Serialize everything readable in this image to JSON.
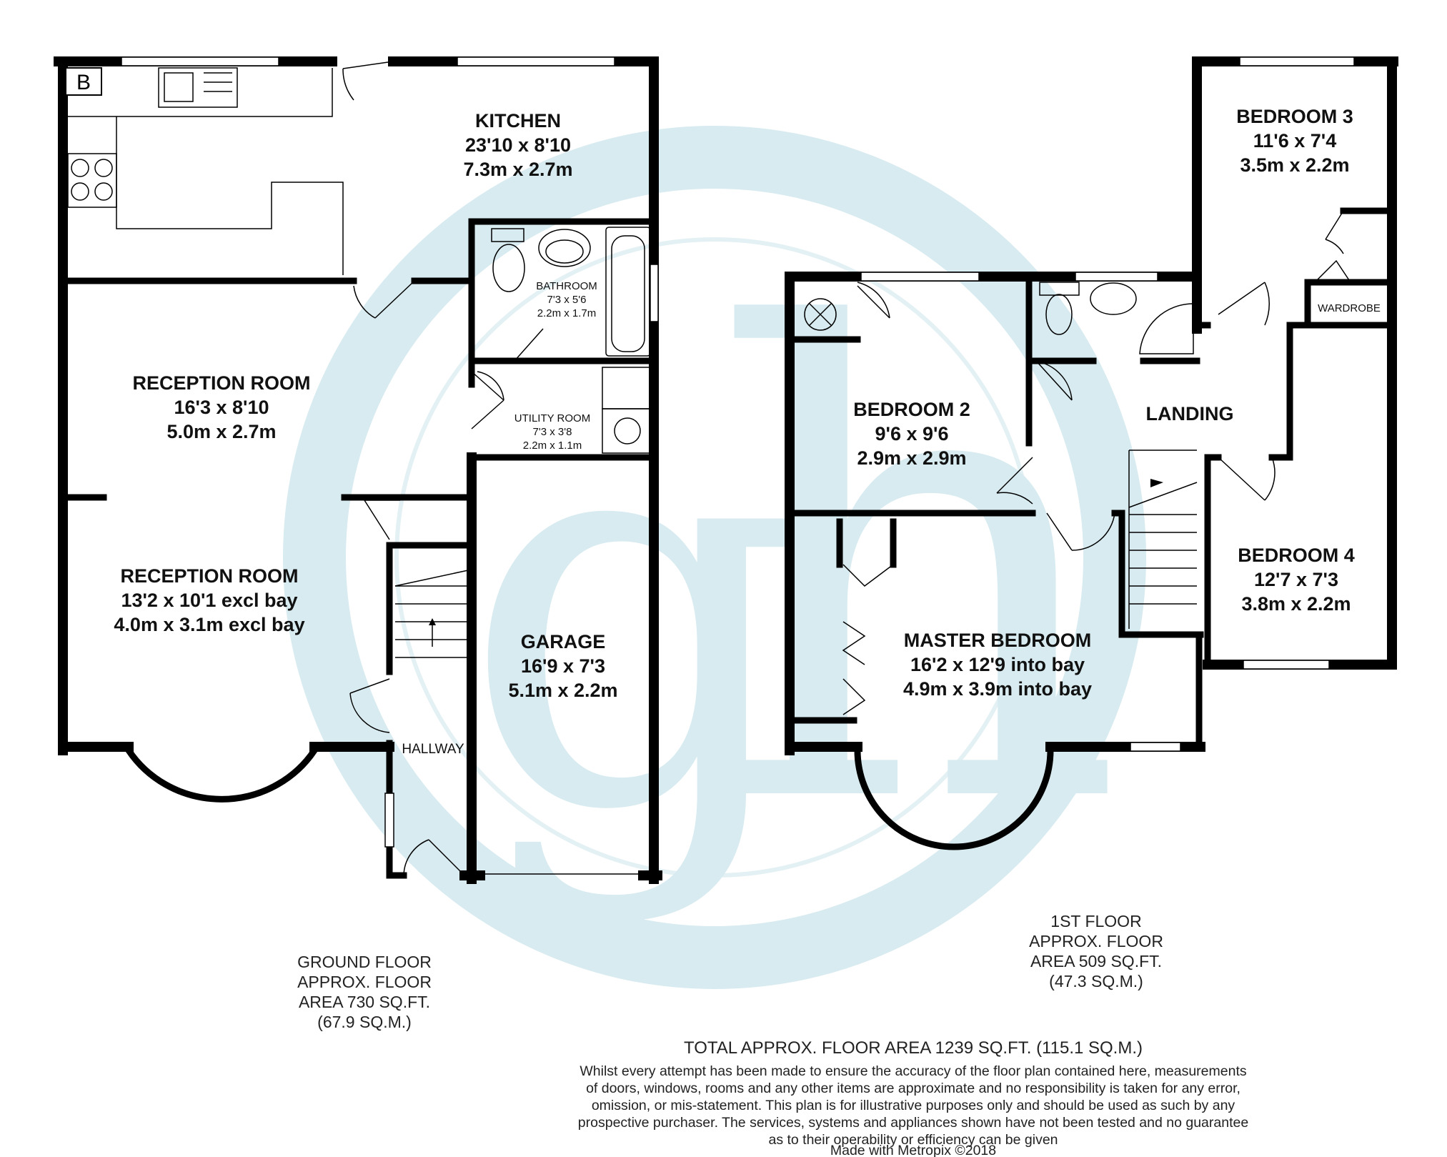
{
  "watermark": {
    "letters": [
      "g",
      "h"
    ],
    "color": "#d7ebf0"
  },
  "ground_floor": {
    "rooms": {
      "kitchen": {
        "name": "KITCHEN",
        "dim_imperial": "23'10 x 8'10",
        "dim_metric": "7.3m x 2.7m"
      },
      "bathroom": {
        "name": "BATHROOM",
        "dim_imperial": "7'3 x 5'6",
        "dim_metric": "2.2m x 1.7m"
      },
      "utility": {
        "name": "UTILITY ROOM",
        "dim_imperial": "7'3 x 3'8",
        "dim_metric": "2.2m x 1.1m"
      },
      "reception1": {
        "name": "RECEPTION ROOM",
        "dim_imperial": "16'3 x 8'10",
        "dim_metric": "5.0m x 2.7m"
      },
      "reception2": {
        "name": "RECEPTION ROOM",
        "dim_imperial": "13'2 x 10'1 excl bay",
        "dim_metric": "4.0m x 3.1m excl bay"
      },
      "garage": {
        "name": "GARAGE",
        "dim_imperial": "16'9 x 7'3",
        "dim_metric": "5.1m x 2.2m"
      },
      "hallway": {
        "name": "HALLWAY"
      },
      "boiler": {
        "label": "B"
      }
    },
    "caption": [
      "GROUND FLOOR",
      "APPROX. FLOOR",
      "AREA 730 SQ.FT.",
      "(67.9 SQ.M.)"
    ]
  },
  "first_floor": {
    "rooms": {
      "bedroom3": {
        "name": "BEDROOM 3",
        "dim_imperial": "11'6 x 7'4",
        "dim_metric": "3.5m x 2.2m"
      },
      "wardrobe": {
        "name": "WARDROBE"
      },
      "bedroom2": {
        "name": "BEDROOM 2",
        "dim_imperial": "9'6 x 9'6",
        "dim_metric": "2.9m x 2.9m"
      },
      "landing": {
        "name": "LANDING"
      },
      "bedroom4": {
        "name": "BEDROOM 4",
        "dim_imperial": "12'7 x 7'3",
        "dim_metric": "3.8m x 2.2m"
      },
      "master": {
        "name": "MASTER BEDROOM",
        "dim_imperial": "16'2 x 12'9 into bay",
        "dim_metric": "4.9m x 3.9m into bay"
      }
    },
    "caption": [
      "1ST FLOOR",
      "APPROX. FLOOR",
      "AREA 509 SQ.FT.",
      "(47.3 SQ.M.)"
    ]
  },
  "footer": {
    "total": "TOTAL APPROX. FLOOR AREA 1239 SQ.FT. (115.1 SQ.M.)",
    "disclaimer": [
      "Whilst every attempt has been made to ensure the accuracy of the floor plan contained here, measurements",
      "of doors, windows, rooms and any other items are approximate and no responsibility is taken for any error,",
      "omission, or mis-statement. This plan is for illustrative purposes only and should be used as such by any",
      "prospective purchaser. The services, systems and appliances shown have not been tested and no guarantee",
      "as to their operability or efficiency can be given"
    ],
    "credit": "Made with Metropix ©2018"
  }
}
